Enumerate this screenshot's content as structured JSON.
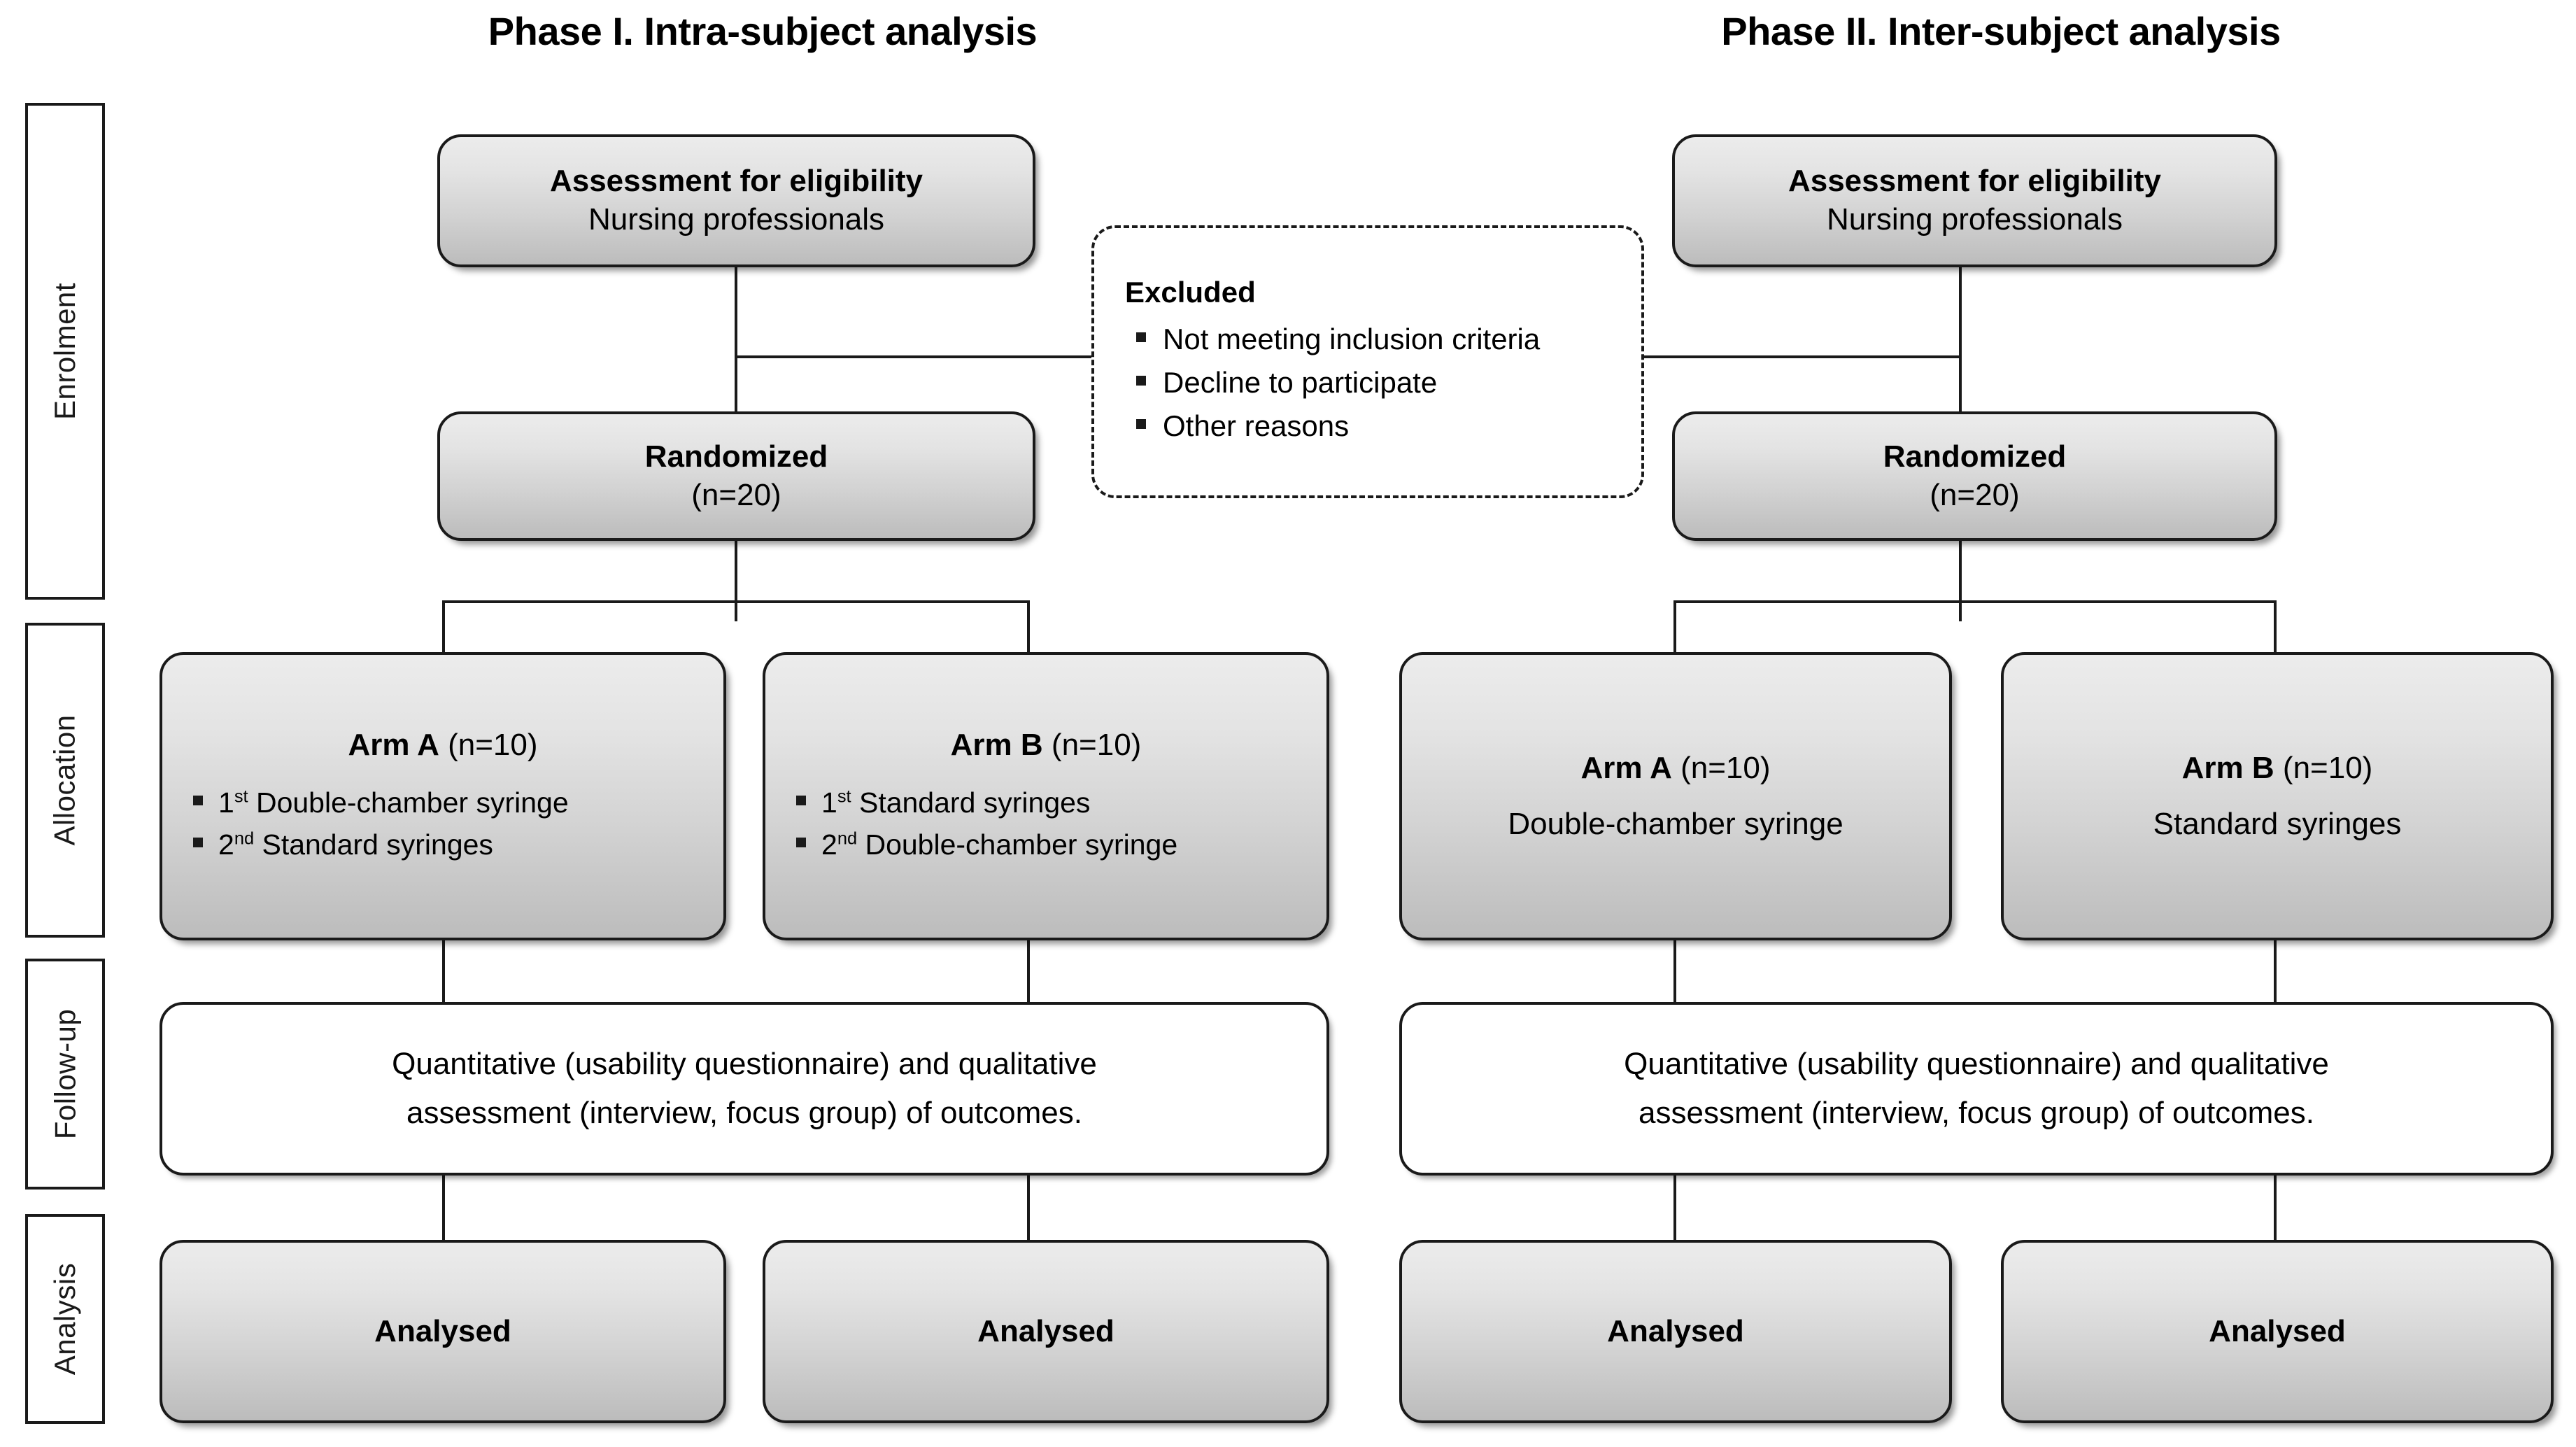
{
  "phases": [
    {
      "id": "phase1",
      "title": "Phase I. Intra-subject analysis"
    },
    {
      "id": "phase2",
      "title": "Phase II. Inter-subject analysis"
    }
  ],
  "stage_labels": [
    {
      "name": "enrolment",
      "label": "Enrolment"
    },
    {
      "name": "allocation",
      "label": "Allocation"
    },
    {
      "name": "followup",
      "label": "Follow-up"
    },
    {
      "name": "analysis",
      "label": "Analysis"
    }
  ],
  "excluded": {
    "title": "Excluded",
    "reasons": [
      "Not meeting inclusion criteria",
      "Decline to participate",
      "Other reasons"
    ]
  },
  "phase1": {
    "assessment": {
      "title": "Assessment for eligibility",
      "subtitle": "Nursing professionals"
    },
    "randomized": {
      "title": "Randomized",
      "subtitle": "(n=20)"
    },
    "arm_a": {
      "name_bold": "Arm A",
      "name_count": " (n=10)",
      "items": [
        {
          "ordinal": "1",
          "ordinal_suffix": "st",
          "text": " Double-chamber syringe"
        },
        {
          "ordinal": "2",
          "ordinal_suffix": "nd",
          "text": " Standard syringes"
        }
      ]
    },
    "arm_b": {
      "name_bold": "Arm B",
      "name_count": " (n=10)",
      "items": [
        {
          "ordinal": "1",
          "ordinal_suffix": "st",
          "text": " Standard syringes"
        },
        {
          "ordinal": "2",
          "ordinal_suffix": "nd",
          "text": " Double-chamber syringe"
        }
      ]
    },
    "followup": {
      "line1": "Quantitative (usability questionnaire) and qualitative",
      "line2": "assessment (interview, focus group) of outcomes."
    },
    "analysed_left": "Analysed",
    "analysed_right": "Analysed"
  },
  "phase2": {
    "assessment": {
      "title": "Assessment for eligibility",
      "subtitle": "Nursing professionals"
    },
    "randomized": {
      "title": "Randomized",
      "subtitle": "(n=20)"
    },
    "arm_a": {
      "name_bold": "Arm A",
      "name_count": " (n=10)",
      "device": "Double-chamber syringe"
    },
    "arm_b": {
      "name_bold": "Arm B",
      "name_count": " (n=10)",
      "device": "Standard syringes"
    },
    "followup": {
      "line1": "Quantitative (usability questionnaire) and qualitative",
      "line2": "assessment (interview, focus group) of outcomes."
    },
    "analysed_left": "Analysed",
    "analysed_right": "Analysed"
  },
  "colors": {
    "line": "#1a1a1a",
    "box_fill_top": "#ececec",
    "box_fill_bottom": "#bcbcbc",
    "background": "#ffffff",
    "text": "#000000"
  }
}
